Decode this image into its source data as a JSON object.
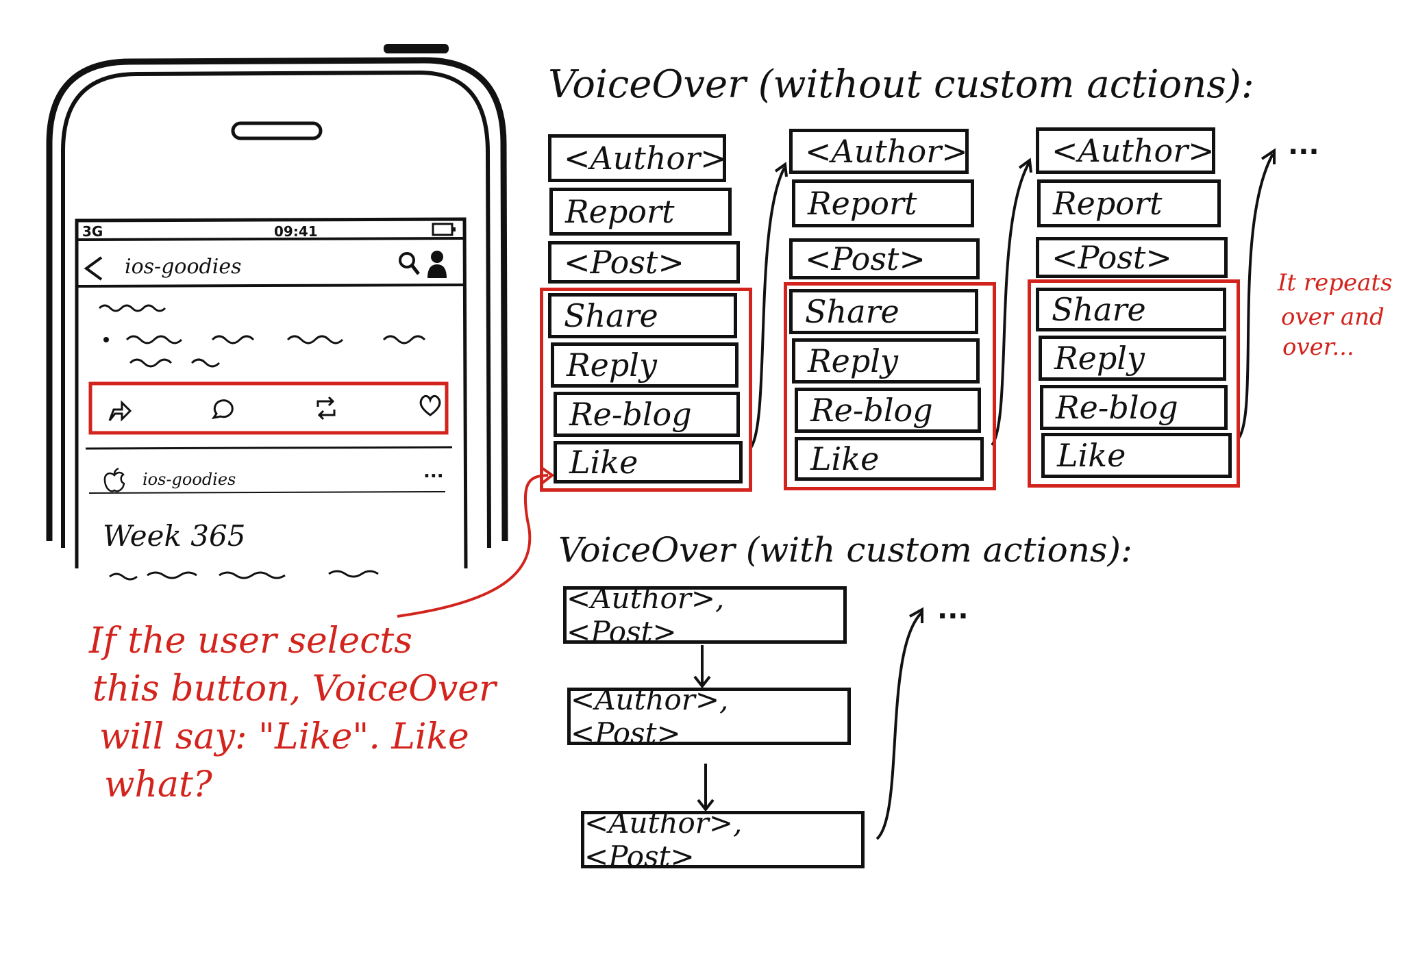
{
  "titles": {
    "without": "VoiceOver (without custom actions):",
    "with": "VoiceOver (with custom actions):"
  },
  "phone": {
    "status_signal": "3G",
    "status_time": "09:41",
    "nav_title": "ios-goodies",
    "post_author": "ios-goodies",
    "post_more": "...",
    "post_title": "Week 365",
    "icons": [
      "share-icon",
      "reply-icon",
      "reblog-icon",
      "like-icon",
      "back-chevron-icon",
      "search-icon",
      "profile-icon",
      "apple-logo-icon"
    ]
  },
  "without_columns": [
    {
      "items": [
        "<Author>",
        "Report",
        "<Post>",
        "Share",
        "Reply",
        "Re-blog",
        "Like"
      ]
    },
    {
      "items": [
        "<Author>",
        "Report",
        "<Post>",
        "Share",
        "Reply",
        "Re-blog",
        "Like"
      ]
    },
    {
      "items": [
        "<Author>",
        "Report",
        "<Post>",
        "Share",
        "Reply",
        "Re-blog",
        "Like"
      ]
    }
  ],
  "continuation": "...",
  "repeat_note": [
    "It repeats",
    "over and",
    "over..."
  ],
  "with_items": [
    "<Author>, <Post>",
    "<Author>, <Post>",
    "<Author>, <Post>"
  ],
  "user_note": [
    "If the user selects",
    "this button, VoiceOver",
    "will say: \"Like\". Like",
    "what?"
  ],
  "colors": {
    "ink": "#111111",
    "annotation": "#d2231c"
  }
}
